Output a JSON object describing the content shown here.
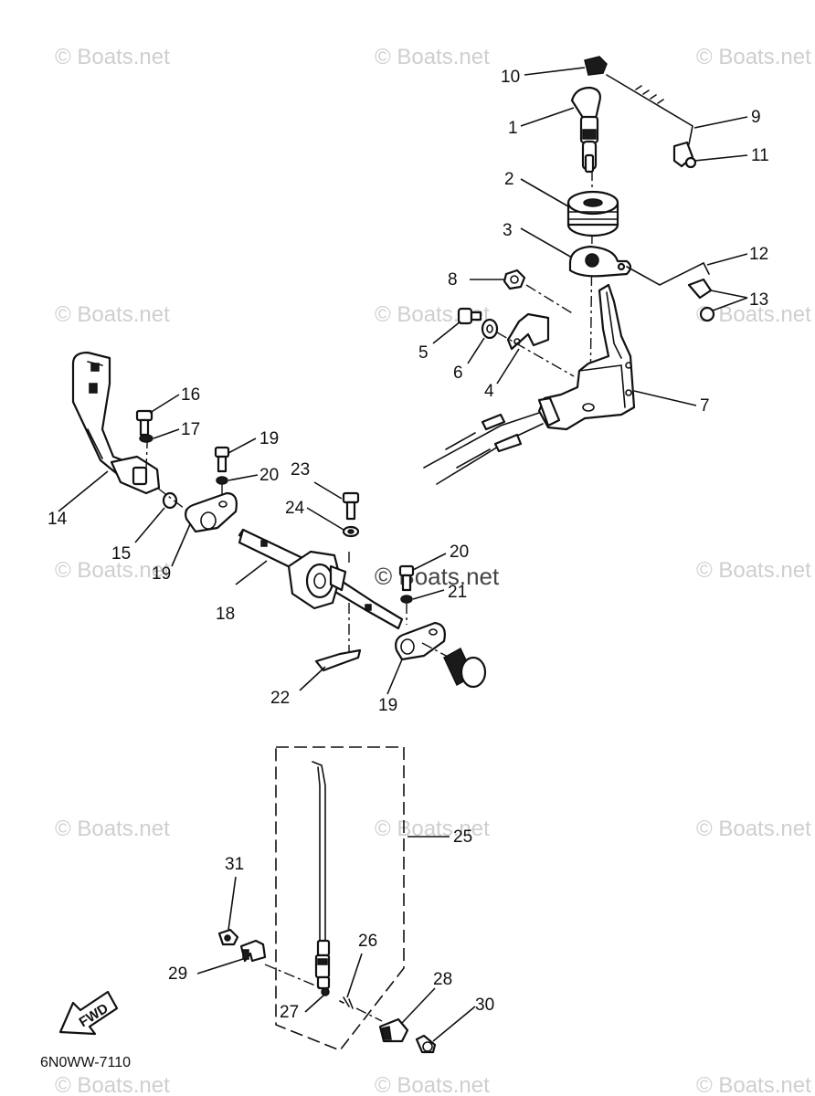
{
  "watermark": "© Boats.net",
  "diagram_code": "6N0WW-7110",
  "direction_badge": "FWD",
  "callouts": [
    "1",
    "2",
    "3",
    "4",
    "5",
    "6",
    "7",
    "8",
    "9",
    "10",
    "11",
    "12",
    "13",
    "14",
    "15",
    "16",
    "17",
    "18",
    "19",
    "19",
    "20",
    "20",
    "21",
    "21",
    "22",
    "23",
    "24",
    "25",
    "26",
    "27",
    "28",
    "29",
    "30",
    "31"
  ]
}
